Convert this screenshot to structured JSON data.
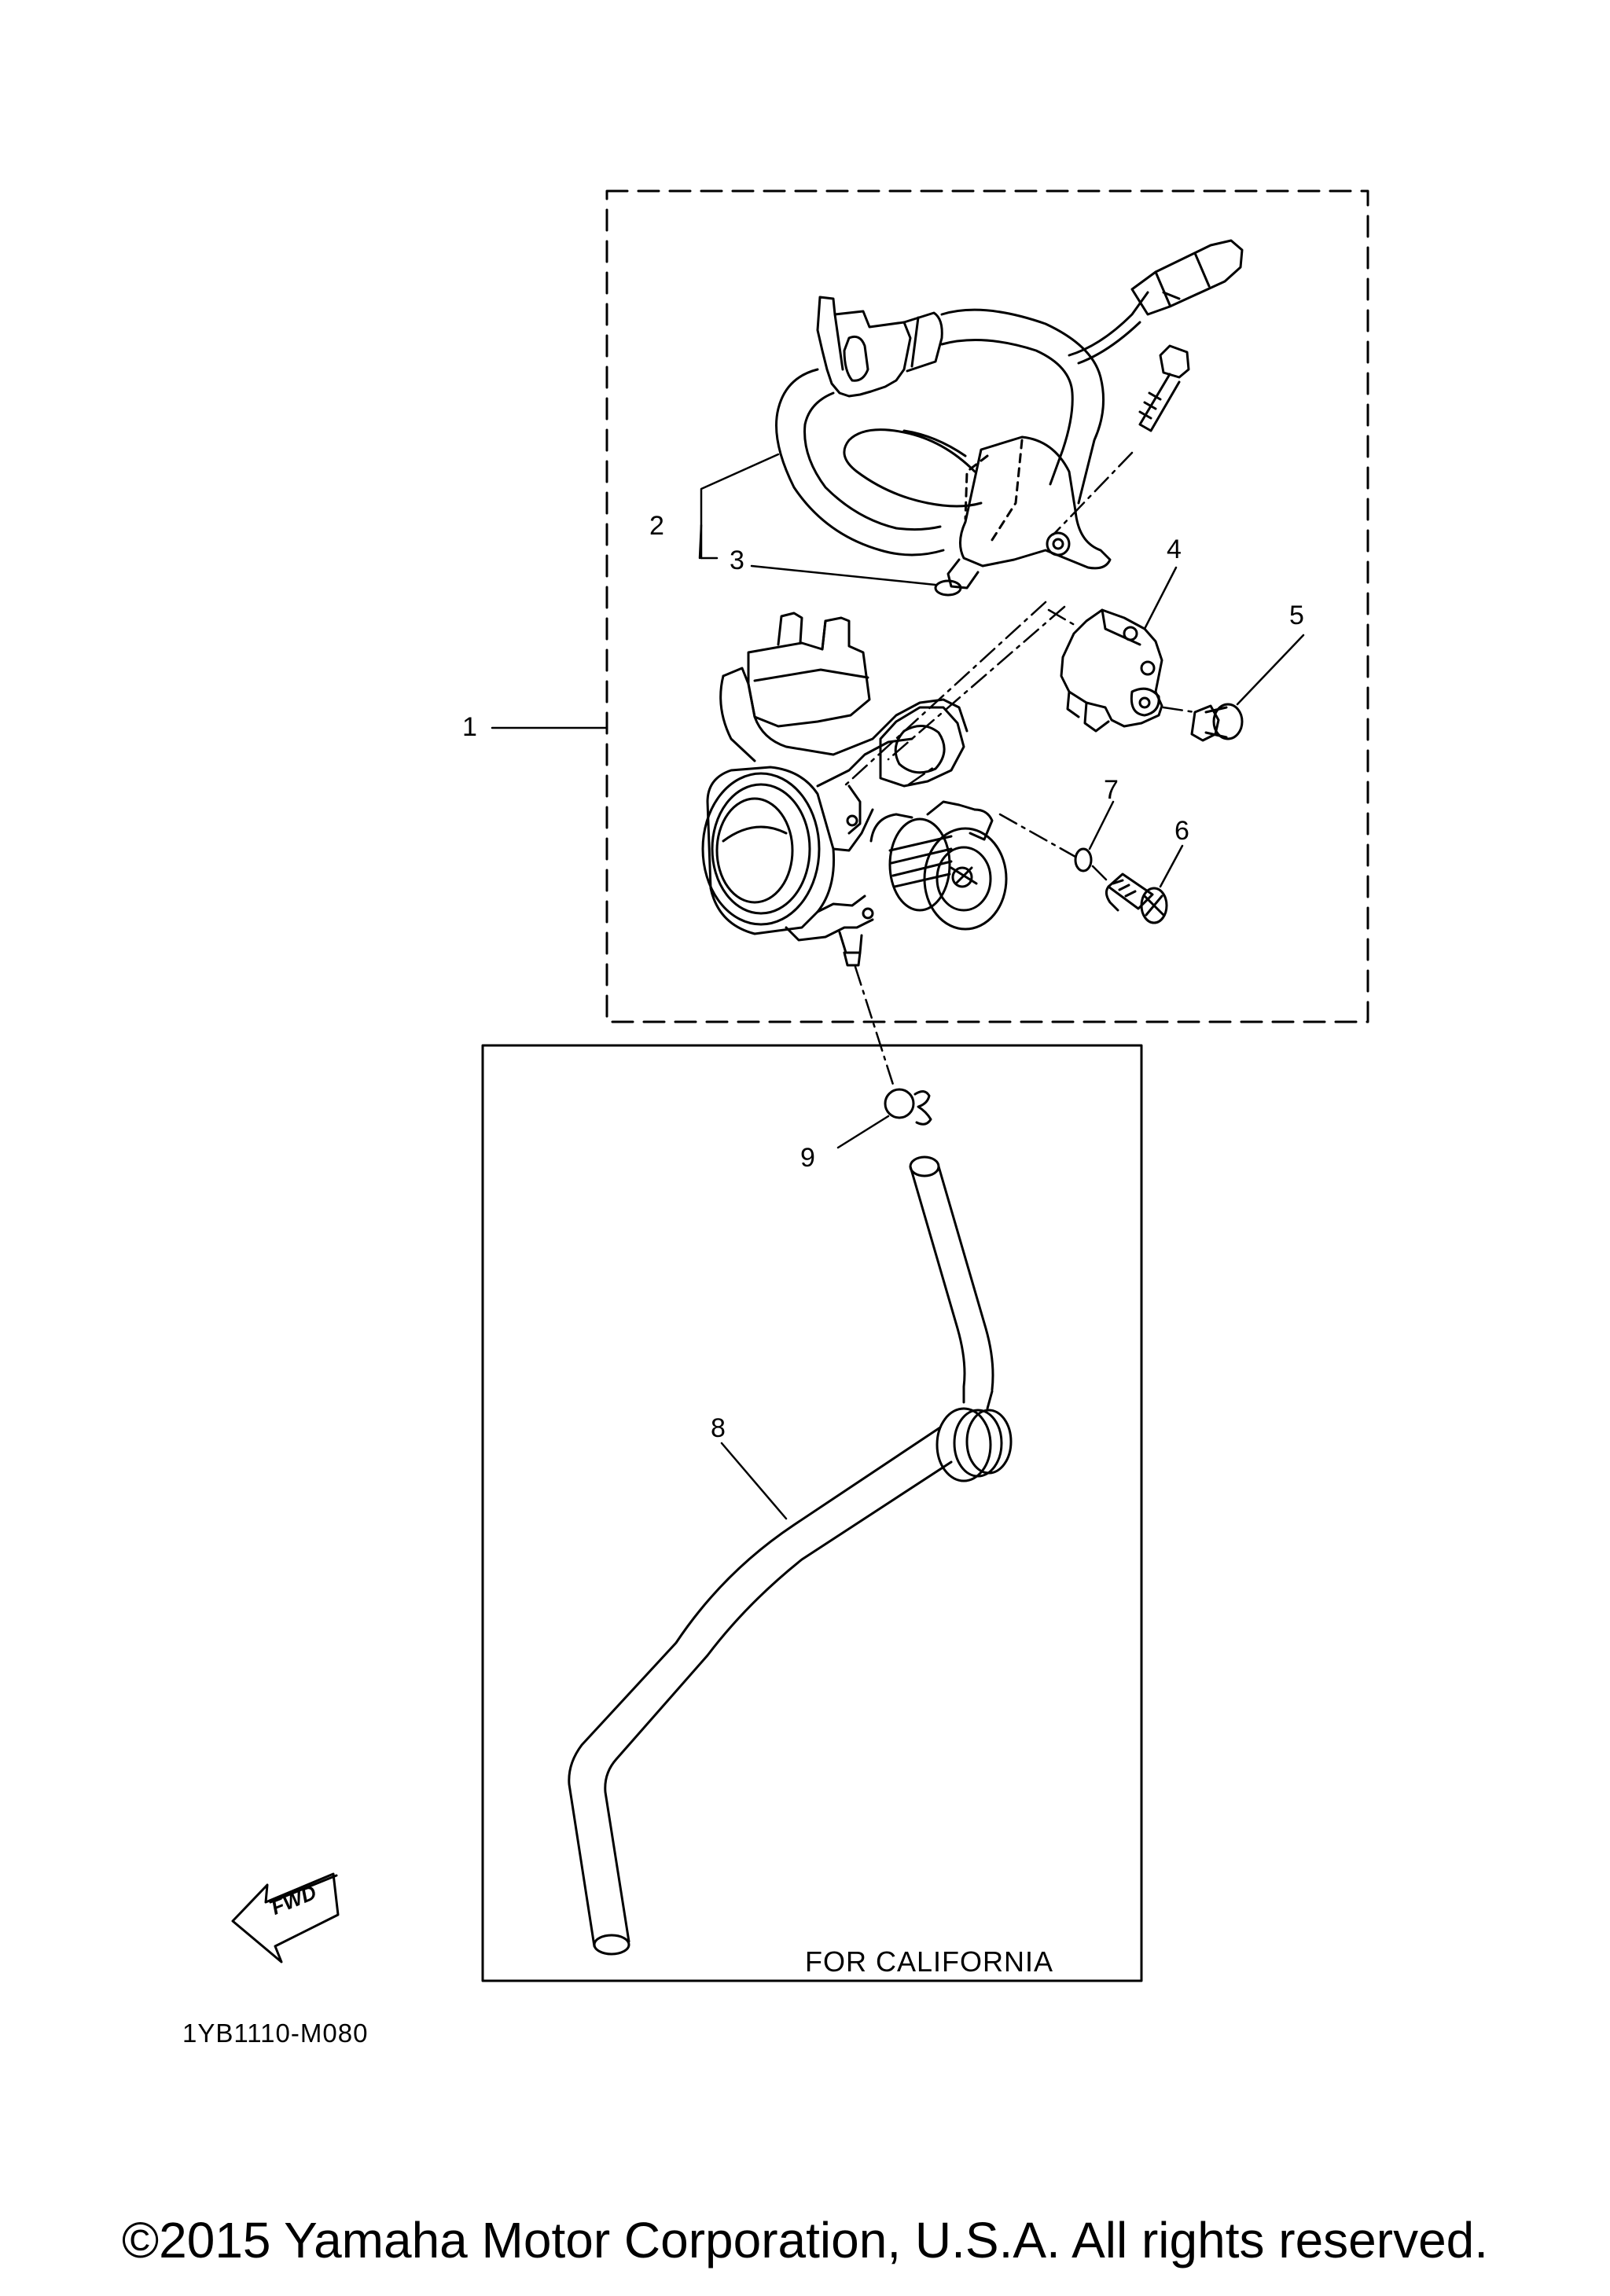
{
  "diagram": {
    "callouts": [
      "1",
      "2",
      "3",
      "4",
      "5",
      "6",
      "7",
      "8",
      "9"
    ],
    "region_note": "FOR CALIFORNIA",
    "fwd_arrow": "FWD",
    "drawing_code": "1YB1110-M080",
    "copyright": "©2015 Yamaha Motor Corporation, U.S.A. All rights reserved."
  },
  "icons": {
    "forward": "fwd-arrow-icon"
  }
}
